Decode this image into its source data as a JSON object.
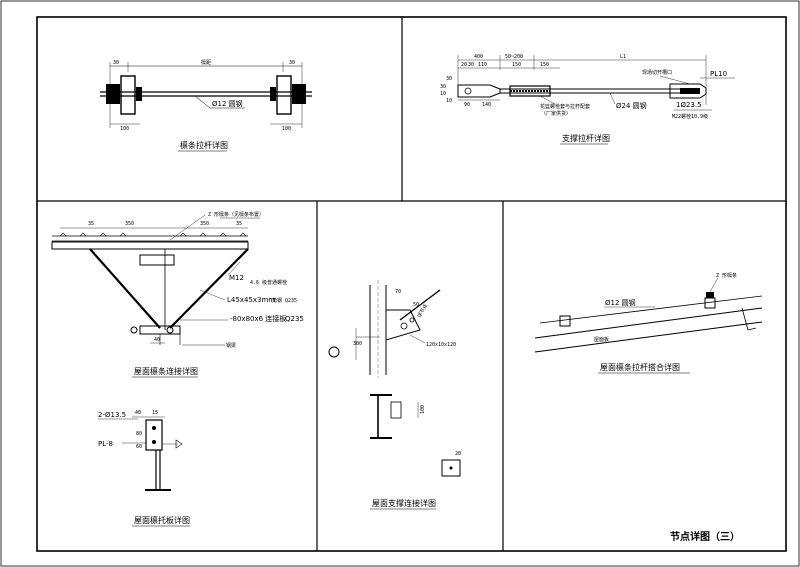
{
  "sheet": {
    "title": "节点详图（三）"
  },
  "panels": {
    "purlin_tie": {
      "title": "檩条拉杆详图",
      "dims": {
        "left_top": "30",
        "center_top": "檩距",
        "right_top": "30",
        "left_bottom": "100",
        "right_bottom": "100"
      },
      "label_rod": "Ø12 圆钢"
    },
    "brace_tie": {
      "title": "支撑拉杆详图",
      "dims": {
        "a": "400",
        "b": "50~200",
        "l1": "L1",
        "c": "150",
        "d": "150",
        "e": "20",
        "f": "30",
        "g": "110",
        "h": "90",
        "i": "140",
        "j": "30",
        "k": "10",
        "m": "30",
        "n": "10"
      },
      "labels": {
        "turnbuckle": "花篮螺栓套与拉杆配套",
        "turnbuckle2": "（厂家供货）",
        "rod": "Ø24 圆钢",
        "slot": "现场切开槽口",
        "plate": "PL10",
        "hole": "1Ø23.5",
        "bolt": "M22螺栓10.9级"
      }
    },
    "roof_purlin_conn": {
      "title": "屋面檩条连接详图",
      "dims": {
        "a": "35",
        "b": "350",
        "c": "350",
        "d": "40"
      },
      "labels": {
        "z_purlin": "Z 形檩条（见檩条布置）",
        "bolt": "M12",
        "bolt_grade": "4.6 级普通螺栓",
        "angle": "L45x45x3mm",
        "angle_grade": "角钢 Q235",
        "plate": "-80x80x6 连接板",
        "plate_grade": "Q235",
        "beam": "钢梁"
      }
    },
    "roof_brace_conn": {
      "title": "屋面支撑连接详图",
      "dims": {
        "a": "70",
        "b": "50",
        "c": "300",
        "d": "120x10x120",
        "e": "100",
        "f": "20"
      },
      "labels": {
        "plate_note": "详节点"
      }
    },
    "purlin_tie_conn": {
      "title": "屋面檩条拉杆搭合详图",
      "labels": {
        "z_purlin": "Z 形檩条",
        "rod": "Ø12 圆钢",
        "deck": "屋面板"
      }
    },
    "support_plate": {
      "title": "屋面檩托板详图",
      "dims": {
        "a": "40",
        "b": "15",
        "c": "80",
        "d": "60"
      },
      "labels": {
        "holes": "2-Ø13.5",
        "plate": "PL-8"
      }
    }
  }
}
